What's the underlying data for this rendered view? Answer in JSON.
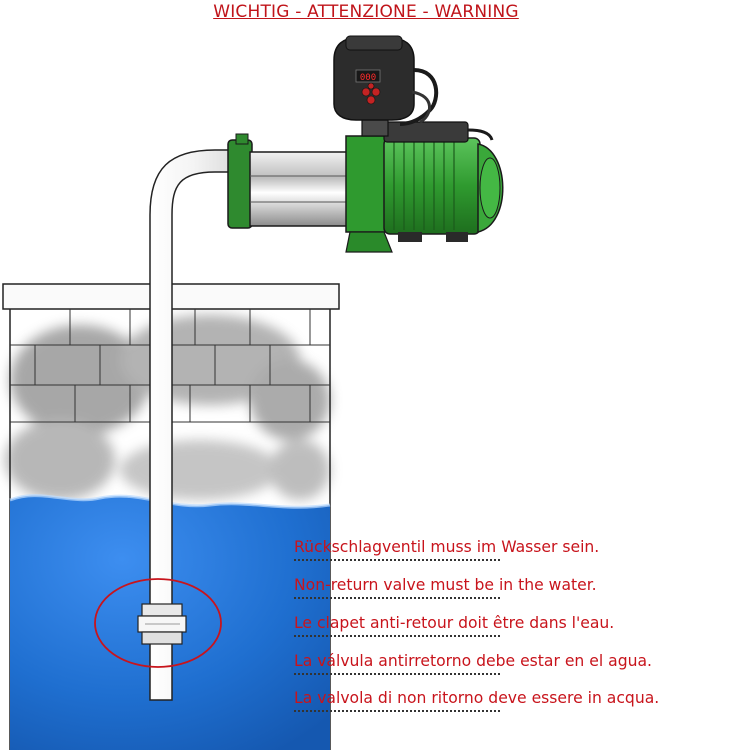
{
  "title": "WICHTIG - ATTENZIONE - WARNING",
  "warnings": [
    {
      "lang": "de",
      "text": "Rückschlagventil muss im Wasser sein."
    },
    {
      "lang": "en",
      "text": "Non-return valve must be in the water."
    },
    {
      "lang": "fr",
      "text": "Le clapet anti-retour doit être dans l'eau."
    },
    {
      "lang": "es",
      "text": "La válvula antirretorno debe estar en el agua."
    },
    {
      "lang": "it",
      "text": "La valvola di non ritorno deve essere in acqua."
    }
  ],
  "controller_display": "000",
  "colors": {
    "warning_red": "#c8141c",
    "water_blue": "#1f6fd0",
    "pump_green": "#2f9a2f",
    "motor_green": "#3aa83a",
    "stainless": "#c9c9c9",
    "wall_grey": "#8a8a8a"
  }
}
